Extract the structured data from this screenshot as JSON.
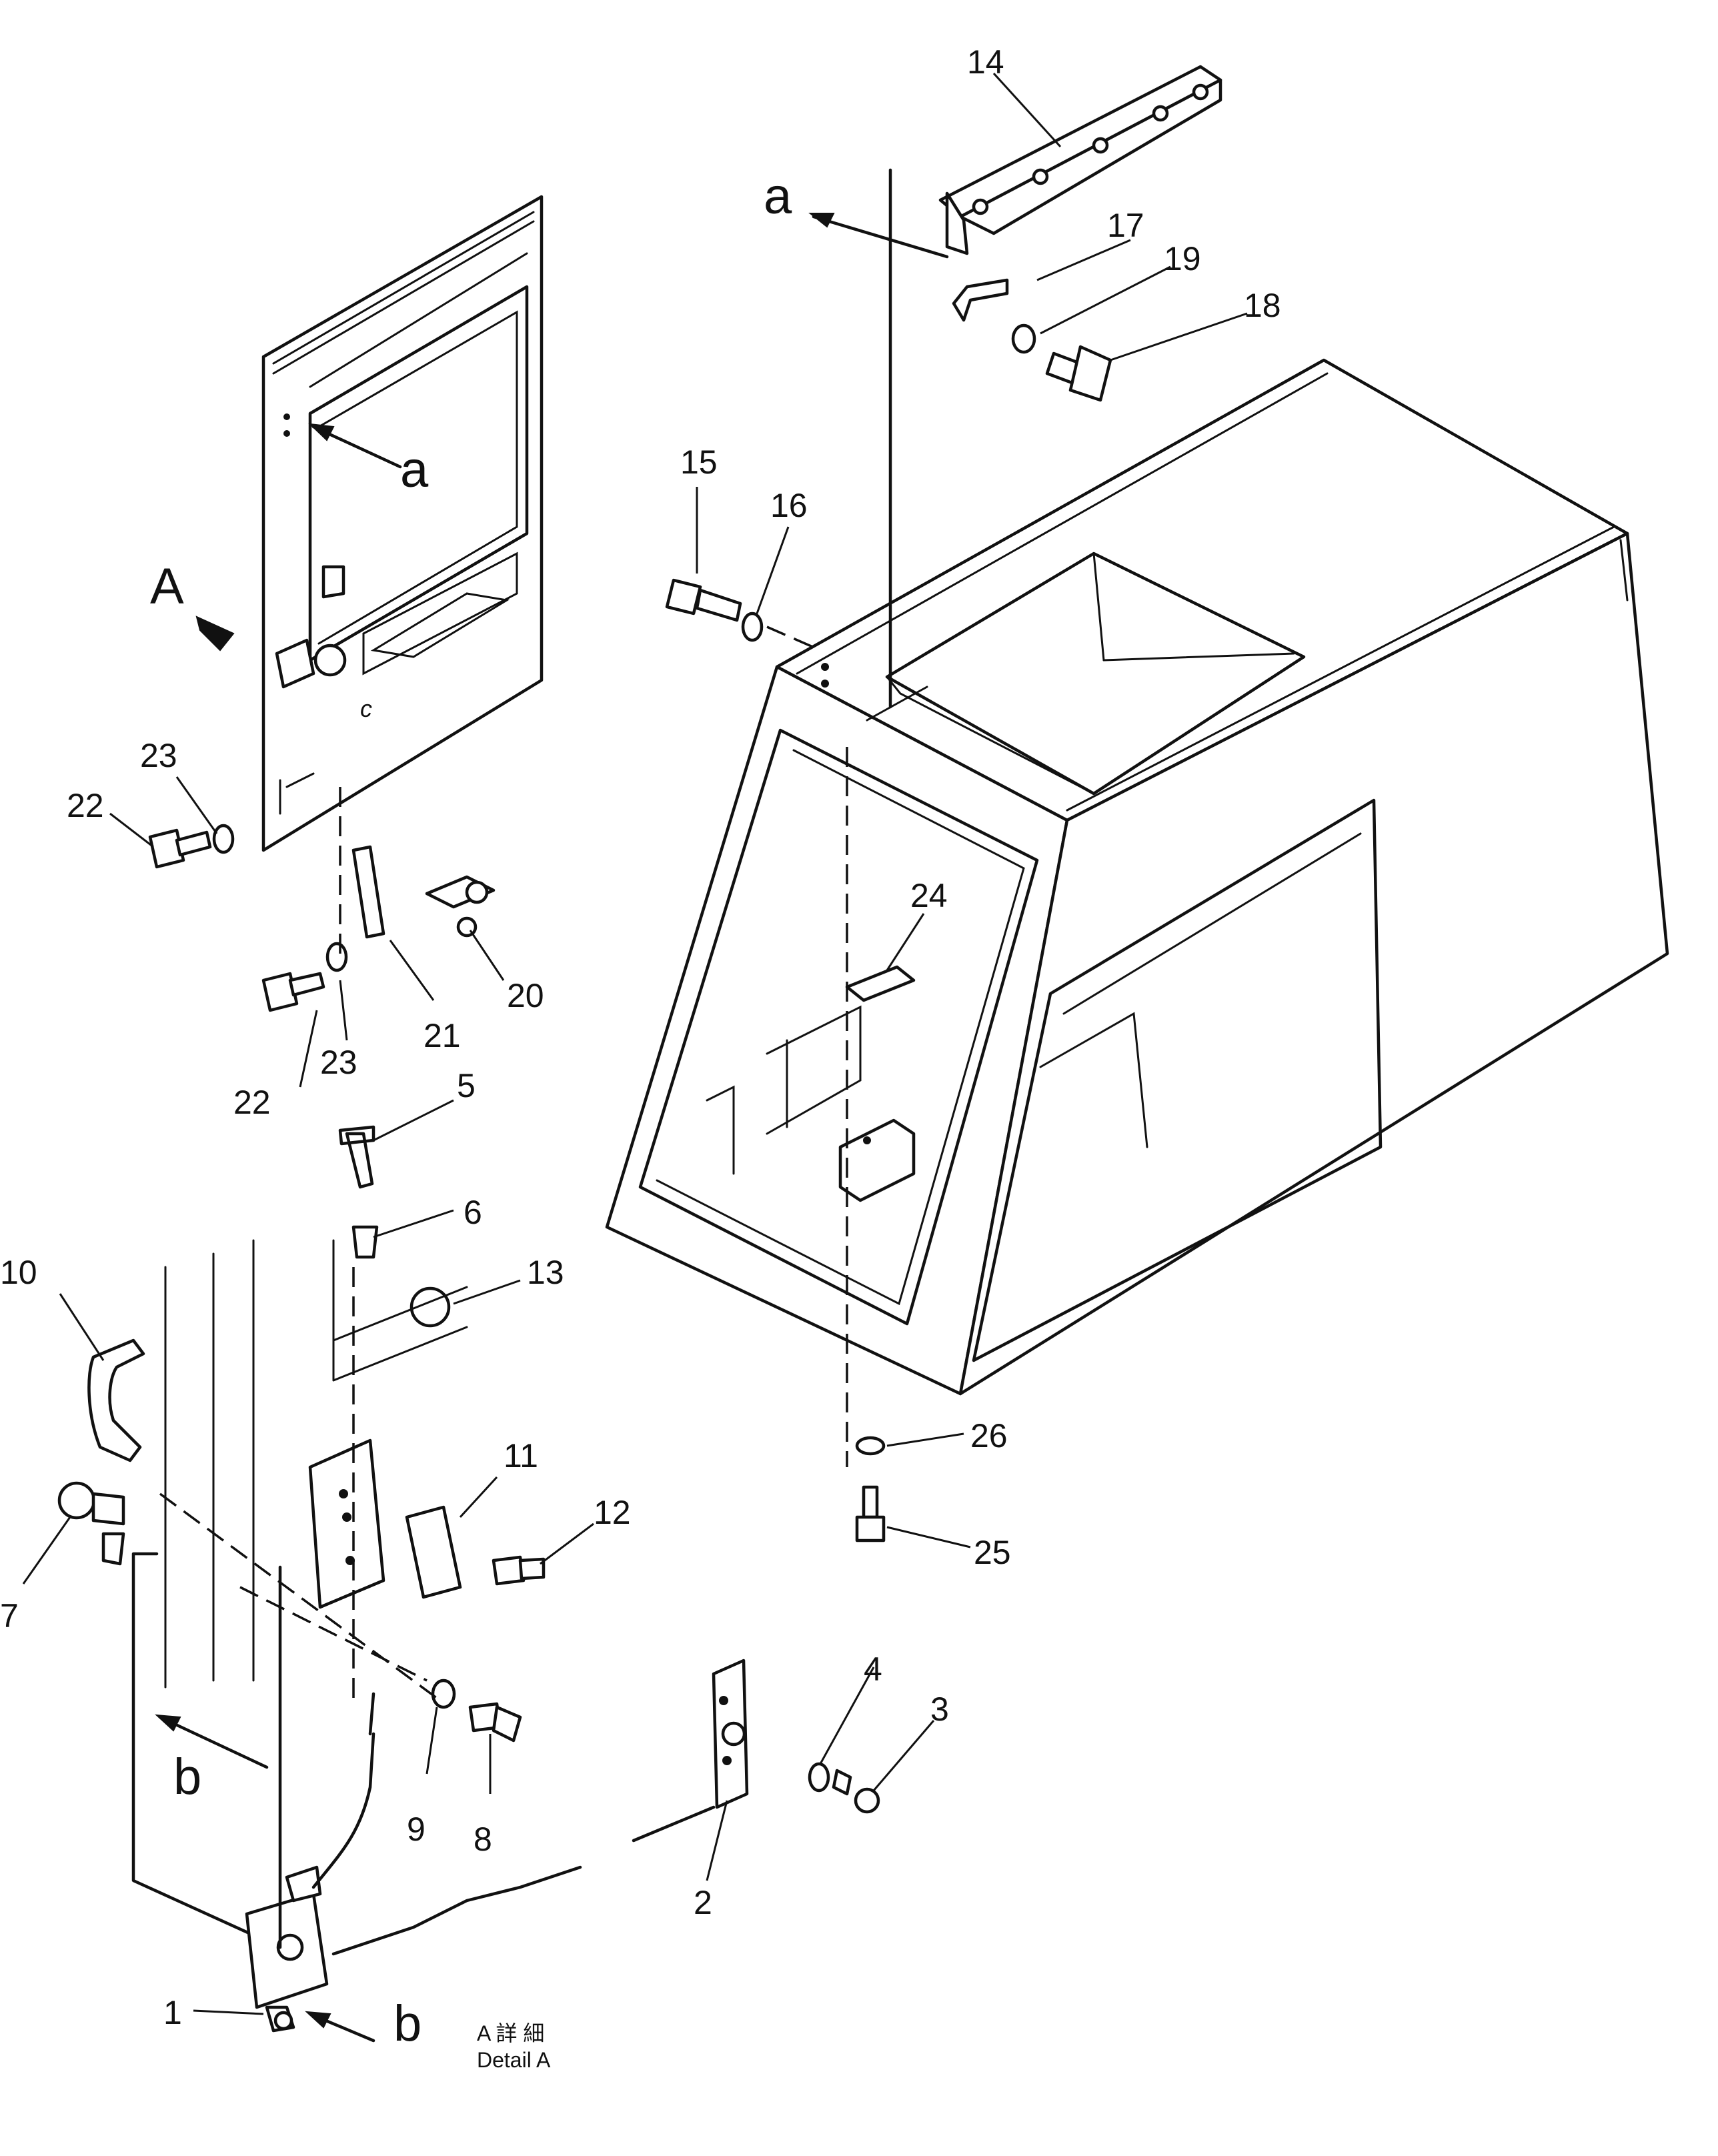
{
  "callouts": {
    "p1": "1",
    "p2": "2",
    "p3": "3",
    "p4": "4",
    "p5": "5",
    "p6": "6",
    "p7": "7",
    "p8": "8",
    "p9": "9",
    "p10": "10",
    "p11": "11",
    "p12": "12",
    "p13": "13",
    "p14": "14",
    "p15": "15",
    "p16": "16",
    "p17": "17",
    "p18": "18",
    "p19": "19",
    "p20": "20",
    "p21": "21",
    "p22a": "22",
    "p22b": "22",
    "p23a": "23",
    "p23b": "23",
    "p24": "24",
    "p25": "25",
    "p26": "26"
  },
  "markers": {
    "a_top": "a",
    "a_door": "a",
    "b_left": "b",
    "b_bottom": "b",
    "view_A": "A",
    "c_door": "c"
  },
  "detail_note": {
    "line1": "A 詳 細",
    "line2": "Detail A"
  }
}
